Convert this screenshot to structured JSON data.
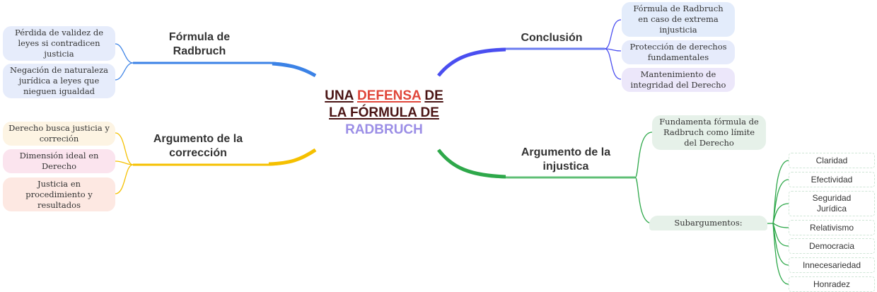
{
  "central_topic": {
    "line1_a": "UNA",
    "line1_b": "DEFENSA",
    "line1_c": "DE",
    "line2": "LA FÓRMULA DE",
    "line3": "RADBRUCH",
    "colors": {
      "dark": "#4a1414",
      "red": "#e0463a",
      "purple": "#9b8ee6"
    }
  },
  "branches": {
    "formula": {
      "label_1": "Fórmula de",
      "label_2": "Radbruch",
      "color": "#3b82e6",
      "children": [
        "Pérdida de validez de leyes si contradicen justicia",
        "Negación de naturaleza jurídica a leyes que nieguen igualdad"
      ]
    },
    "correccion": {
      "label_1": "Argumento de la",
      "label_2": "corrección",
      "color": "#f5c000",
      "children": [
        "Derecho busca justicia y correción",
        "Dimensión ideal en Derecho",
        "Justicia en procedimiento y resultados"
      ]
    },
    "conclusion": {
      "label": "Conclusión",
      "color": "#4a4ef0",
      "children": [
        "Fórmula de Radbruch en caso de extrema injusticia",
        "Protección de derechos fundamentales",
        "Mantenimiento de integridad del Derecho"
      ]
    },
    "injusticia": {
      "label_1": "Argumento de la",
      "label_2": "injustica",
      "color": "#2ea84a",
      "children": {
        "fundamenta": "Fundamenta fórmula de Radbruch como límite del Derecho",
        "subargumentos": {
          "label": "Subargumentos:",
          "items": [
            "Claridad",
            "Efectividad",
            "Seguridad Jurídica",
            "Relativismo",
            "Democracia",
            "Innecesariedad",
            "Honradez"
          ]
        }
      }
    }
  }
}
